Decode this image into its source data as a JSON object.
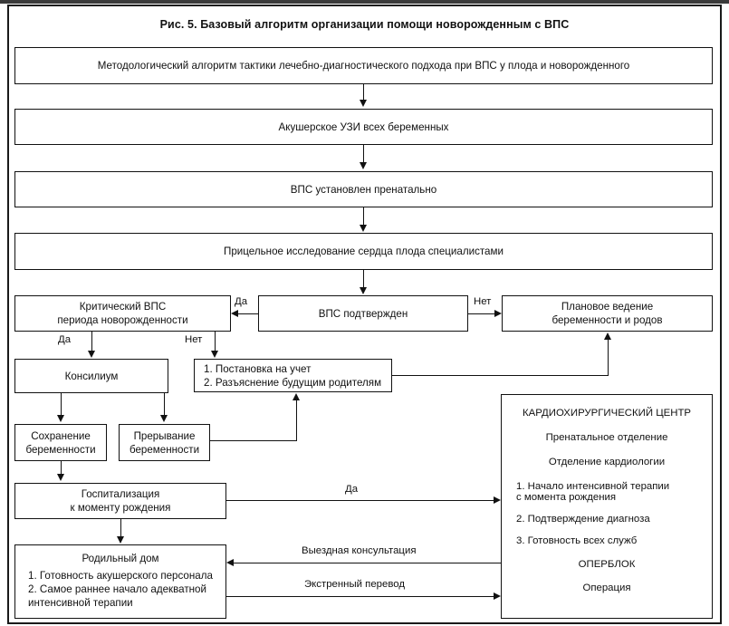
{
  "figure": {
    "title": "Рис. 5. Базовый алгоритм организации помощи новорожденным с ВПС"
  },
  "nodes": {
    "methodology": {
      "text": "Методологический алгоритм тактики лечебно-диагностического подхода при ВПС у плода и новорожденного"
    },
    "obstetric_us": {
      "text": "Акушерское УЗИ всех беременных"
    },
    "chd_prenatal": {
      "text": "ВПС установлен пренатально"
    },
    "targeted_study": {
      "text": "Прицельное исследование сердца плода специалистами"
    },
    "critical_chd": {
      "line1": "Критический ВПС",
      "line2": "периода новорожденности"
    },
    "chd_confirmed": {
      "text": "ВПС подтвержден"
    },
    "planned_management": {
      "line1": "Плановое ведение",
      "line2": "беременности и родов"
    },
    "consilium": {
      "text": "Консилиум"
    },
    "registration": {
      "line1": "1. Постановка на учет",
      "line2": "2. Разъяснение будущим родителям"
    },
    "preserve_pregnancy": {
      "line1": "Сохранение",
      "line2": "беременности"
    },
    "terminate_pregnancy": {
      "line1": "Прерывание",
      "line2": "беременности"
    },
    "hospitalization": {
      "line1": "Госпитализация",
      "line2": "к моменту рождения"
    },
    "maternity_home": {
      "title": "Родильный дом",
      "item1": "1. Готовность акушерского персонала",
      "item2": "2. Самое раннее начало адекватной",
      "item2cont": "    интенсивной терапии"
    },
    "cardio_center": {
      "title": "КАРДИОХИРУРГИЧЕСКИЙ ЦЕНТР",
      "dept1": "Пренатальное отделение",
      "dept2": "Отделение кардиологии",
      "item1a": "1. Начало интенсивной терапии",
      "item1b": "    с момента рождения",
      "item2": "2. Подтверждение диагноза",
      "item3": "3. Готовность всех служб",
      "operblock": "ОПЕРБЛОК",
      "operation": "Операция"
    }
  },
  "edge_labels": {
    "yes_to_critical": "Да",
    "no_to_planned": "Нет",
    "yes_to_consilium": "Да",
    "no_to_registration": "Нет",
    "yes_to_cardio": "Да",
    "mobile_consultation": "Выездная консультация",
    "emergency_transfer": "Экстренный перевод"
  },
  "colors": {
    "line": "#111111",
    "background": "#ffffff",
    "text": "#111111"
  }
}
